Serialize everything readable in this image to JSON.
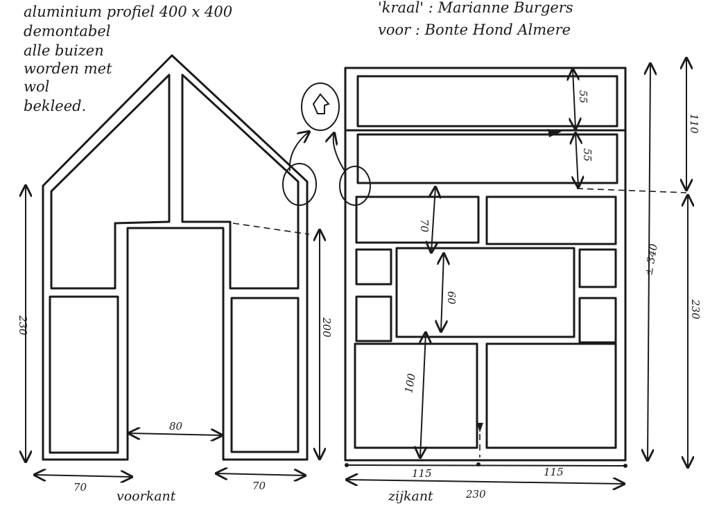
{
  "notes": {
    "profile_lines": [
      "aluminium profiel 400 x 400",
      "demontabel",
      "alle buizen",
      "worden met",
      "wol",
      "bekleed."
    ],
    "kraal_line": "'kraal' : Marianne Burgers",
    "voor_line": "voor : Bonte Hond Almere"
  },
  "front_view": {
    "caption": "voorkant",
    "dim_total_height": "230",
    "dim_door_height": "200",
    "dim_door_width": "80",
    "dim_left_width": "70",
    "dim_right_width": "70"
  },
  "side_view": {
    "caption": "zijkant",
    "dim_total_width": "230",
    "dim_left_half": "115",
    "dim_right_half": "115",
    "dim_roof_top": "55",
    "dim_roof_bottom": "55",
    "dim_roof_total": "110",
    "dim_wall_height": "230",
    "dim_total_height": "± 340",
    "dim_gap_top": "70",
    "dim_middle_panel": "60",
    "dim_bottom": "100"
  }
}
